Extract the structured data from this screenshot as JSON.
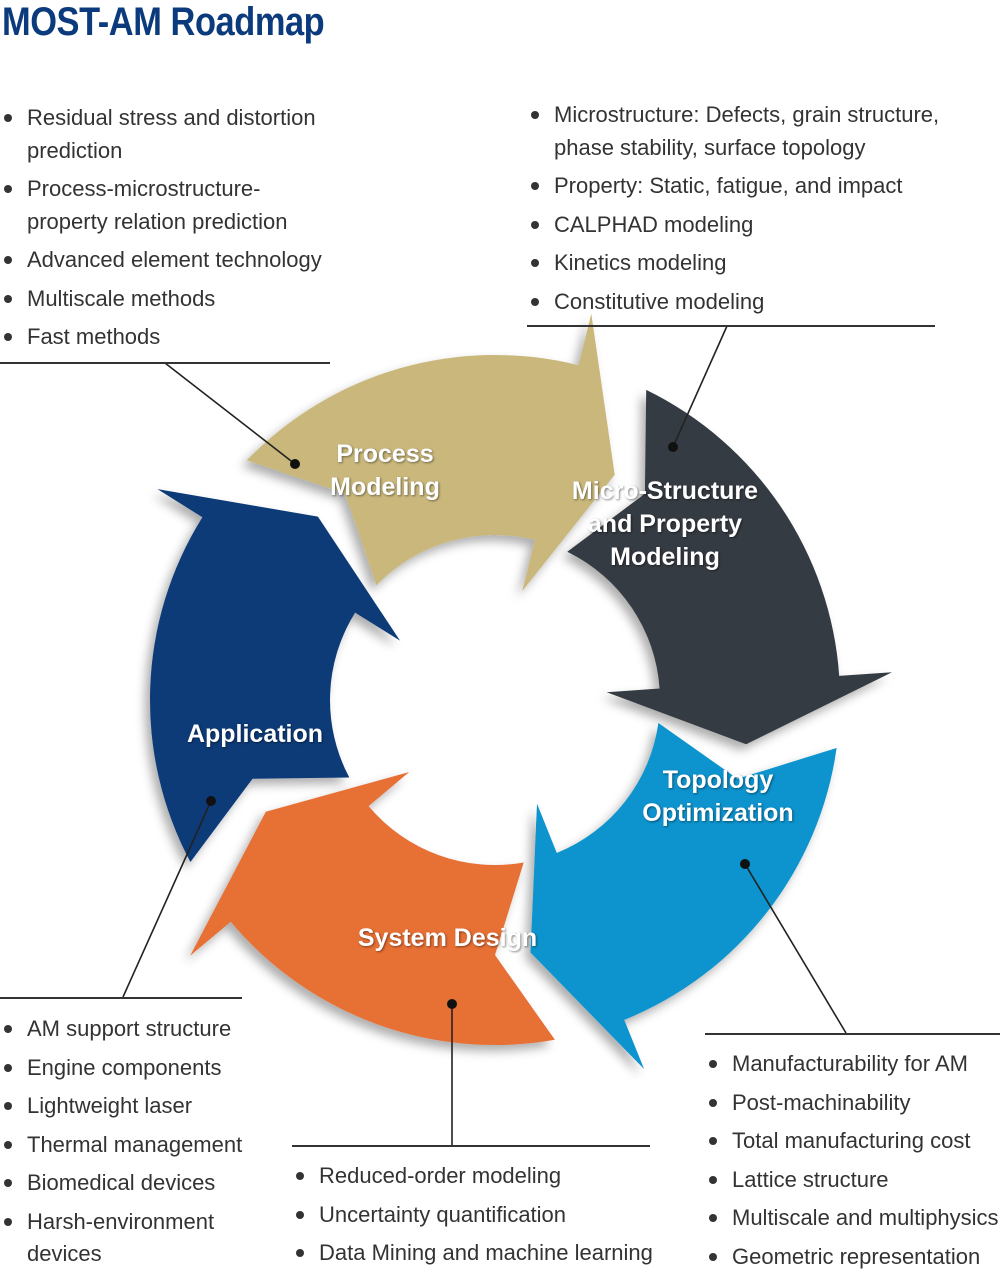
{
  "title": "MOST-AM Roadmap",
  "colors": {
    "process": "#c9b77b",
    "microstructure": "#343b42",
    "topology": "#0793cd",
    "system": "#e76f34",
    "application": "#0a3a78",
    "title": "#0b3b7c"
  },
  "stages": {
    "process": "Process\nModeling",
    "microstructure": "Micro-Structure\nand Property\nModeling",
    "topology": "Topology\nOptimization",
    "system": "System Design",
    "application": "Application"
  },
  "lists": {
    "process": [
      "Residual stress and distortion prediction",
      "Process-microstructure-property relation prediction",
      "Advanced element technology",
      "Multiscale methods",
      "Fast methods"
    ],
    "microstructure": [
      "Microstructure: Defects, grain structure, phase stability, surface topology",
      "Property: Static, fatigue, and impact",
      "CALPHAD modeling",
      "Kinetics modeling",
      "Constitutive modeling"
    ],
    "application": [
      "AM support structure",
      "Engine components",
      "Lightweight laser",
      "Thermal management",
      "Biomedical devices",
      "Harsh-environment devices"
    ],
    "system": [
      "Reduced-order modeling",
      "Uncertainty quantification",
      "Data Mining and machine learning"
    ],
    "topology": [
      "Manufacturability for AM",
      "Post-machinability",
      "Total manufacturing cost",
      "Lattice structure",
      "Multiscale and multiphysics",
      "Geometric representation"
    ]
  }
}
